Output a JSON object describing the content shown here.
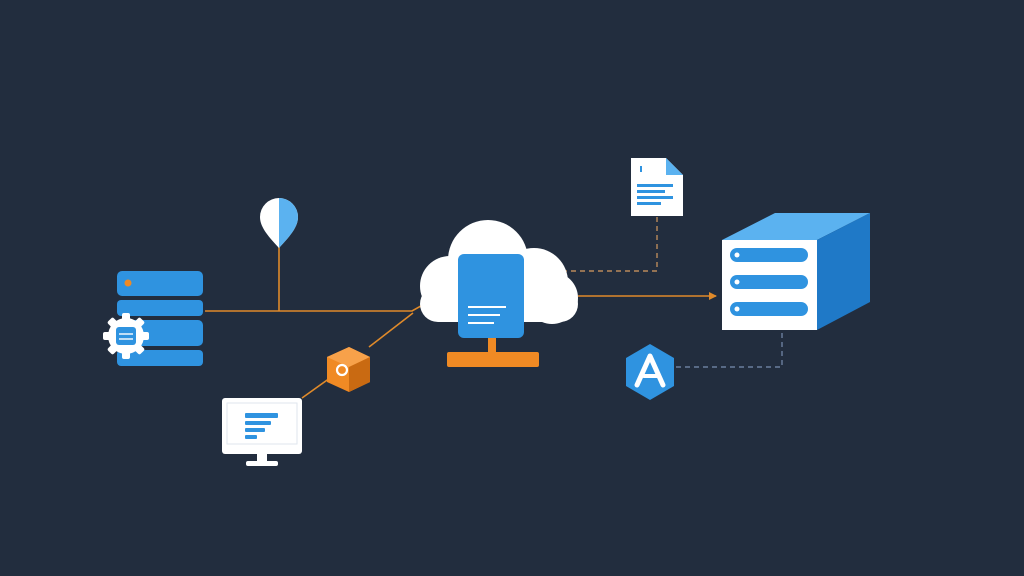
{
  "colors": {
    "background": "#222d3e",
    "blue": "#2f93e0",
    "blue_dark": "#1f79c7",
    "blue_light": "#5bb2f0",
    "orange": "#f08a24",
    "orange_dark": "#c96a12",
    "orange_line": "#e08a2a",
    "white": "#ffffff",
    "dashed_orange": "#b98a5a",
    "dashed_blue": "#6b7f9e"
  },
  "nodes": [
    {
      "id": "database-server",
      "icon": "database-stack-icon"
    },
    {
      "id": "settings-badge",
      "icon": "gear-icon"
    },
    {
      "id": "location-pin",
      "icon": "map-pin-icon"
    },
    {
      "id": "workstation",
      "icon": "desktop-monitor-icon"
    },
    {
      "id": "orange-cube",
      "icon": "cube-icon"
    },
    {
      "id": "cloud-hub",
      "icon": "cloud-server-icon"
    },
    {
      "id": "document",
      "icon": "document-icon"
    },
    {
      "id": "storage-server",
      "icon": "server-box-icon"
    },
    {
      "id": "app-badge",
      "icon": "letter-a-hexagon-icon"
    }
  ],
  "connections": [
    {
      "from": "database-server",
      "to": "cloud-hub",
      "style": "solid"
    },
    {
      "from": "location-pin",
      "to": "database-server",
      "style": "solid"
    },
    {
      "from": "workstation",
      "to": "orange-cube",
      "style": "solid"
    },
    {
      "from": "orange-cube",
      "to": "cloud-hub",
      "style": "solid"
    },
    {
      "from": "cloud-hub",
      "to": "storage-server",
      "style": "arrow"
    },
    {
      "from": "document",
      "to": "cloud-hub",
      "style": "dashed"
    },
    {
      "from": "app-badge",
      "to": "storage-server",
      "style": "dashed"
    }
  ]
}
